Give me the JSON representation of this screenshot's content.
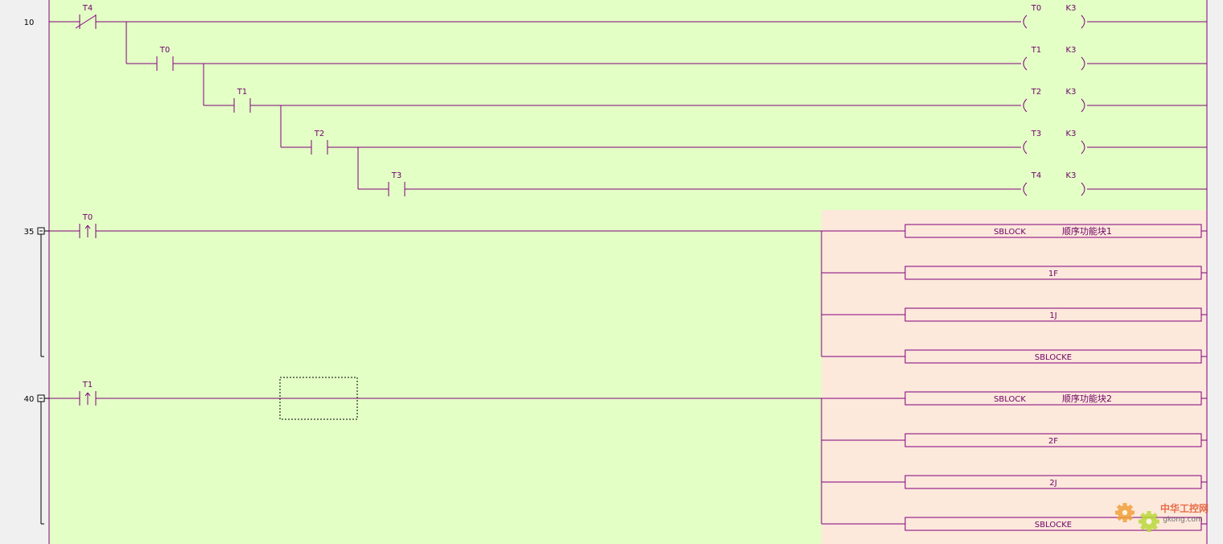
{
  "colors": {
    "editor_bg": "#e3ffc6",
    "block_region_bg": "#fde8dc",
    "wire": "#80007a",
    "label": "#70006a",
    "block_text": "#6b0063",
    "gutter_bg": "#f0f0f0",
    "step_text": "#000000",
    "selection": "#000000"
  },
  "rungs": [
    {
      "step": "10",
      "collapsible": false,
      "branches": [
        {
          "contact": {
            "type": "nc",
            "label": "T4"
          },
          "coil": {
            "device": "T0",
            "value": "K3"
          }
        },
        {
          "contact": {
            "type": "no",
            "label": "T0"
          },
          "coil": {
            "device": "T1",
            "value": "K3"
          }
        },
        {
          "contact": {
            "type": "no",
            "label": "T1"
          },
          "coil": {
            "device": "T2",
            "value": "K3"
          }
        },
        {
          "contact": {
            "type": "no",
            "label": "T2"
          },
          "coil": {
            "device": "T3",
            "value": "K3"
          }
        },
        {
          "contact": {
            "type": "no",
            "label": "T3"
          },
          "coil": {
            "device": "T4",
            "value": "K3"
          }
        }
      ]
    },
    {
      "step": "35",
      "collapsible": true,
      "contact": {
        "type": "rising",
        "label": "T0"
      },
      "instructions": [
        {
          "op": "SBLOCK",
          "comment": "顺序功能块1"
        },
        {
          "op": "1F",
          "comment": ""
        },
        {
          "op": "1J",
          "comment": ""
        },
        {
          "op": "SBLOCKE",
          "comment": ""
        }
      ]
    },
    {
      "step": "40",
      "collapsible": true,
      "contact": {
        "type": "rising",
        "label": "T1"
      },
      "instructions": [
        {
          "op": "SBLOCK",
          "comment": "顺序功能块2"
        },
        {
          "op": "2F",
          "comment": ""
        },
        {
          "op": "2J",
          "comment": ""
        },
        {
          "op": "SBLOCKE",
          "comment": ""
        }
      ]
    }
  ],
  "selection": {
    "rung": 2,
    "cell": 3
  },
  "watermark": {
    "brand": "中华工控网",
    "domain": "gkong.com",
    "icon": "gear-icon"
  }
}
